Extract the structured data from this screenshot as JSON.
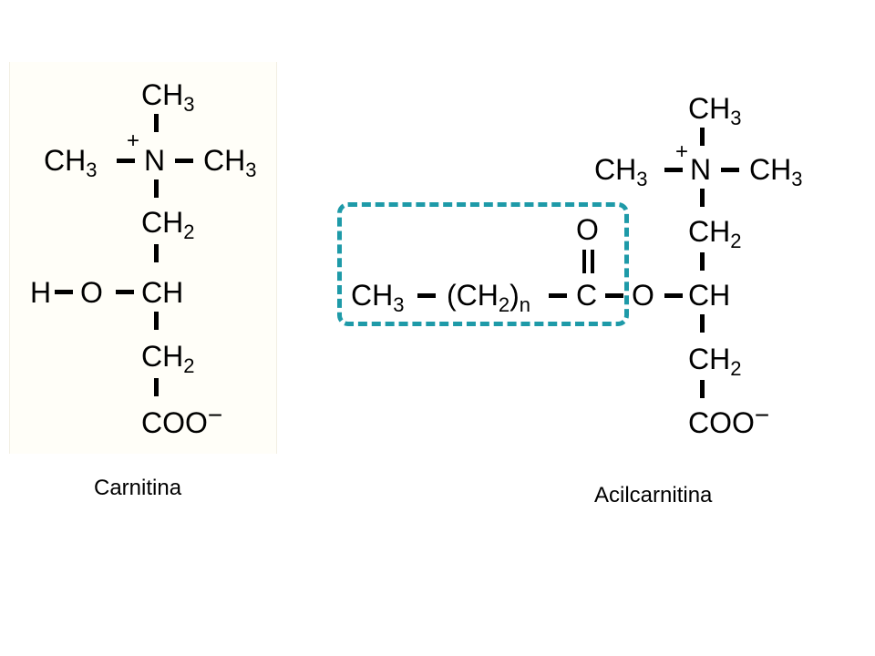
{
  "carnitina": {
    "label": "Carnitina",
    "top_methyl": {
      "main": "CH",
      "sub": "3"
    },
    "left_methyl": {
      "main": "CH",
      "sub": "3"
    },
    "nitrogen": "N",
    "charge": "+",
    "right_methyl": {
      "main": "CH",
      "sub": "3"
    },
    "ch2_upper": {
      "main": "CH",
      "sub": "2"
    },
    "hydrogen": "H",
    "oxygen": "O",
    "ch": "CH",
    "ch2_lower": {
      "main": "CH",
      "sub": "2"
    },
    "carboxylate": {
      "main": "COO",
      "sup": "−"
    }
  },
  "acilcarnitina": {
    "label": "Acilcarnitina",
    "top_methyl": {
      "main": "CH",
      "sub": "3"
    },
    "left_methyl": {
      "main": "CH",
      "sub": "3"
    },
    "nitrogen": "N",
    "charge": "+",
    "right_methyl": {
      "main": "CH",
      "sub": "3"
    },
    "ch2_upper": {
      "main": "CH",
      "sub": "2"
    },
    "acyl_methyl": {
      "main": "CH",
      "sub": "3"
    },
    "chain": {
      "open": "(CH",
      "sub": "2",
      "close": ")",
      "index": "n"
    },
    "carbonyl_carbon": "C",
    "carbonyl_oxygen": "O",
    "ester_oxygen": "O",
    "ch": "CH",
    "ch2_lower": {
      "main": "CH",
      "sub": "2"
    },
    "carboxylate": {
      "main": "COO",
      "sup": "−"
    }
  },
  "colors": {
    "highlight": "#1e9aa8",
    "bond": "#000000"
  }
}
